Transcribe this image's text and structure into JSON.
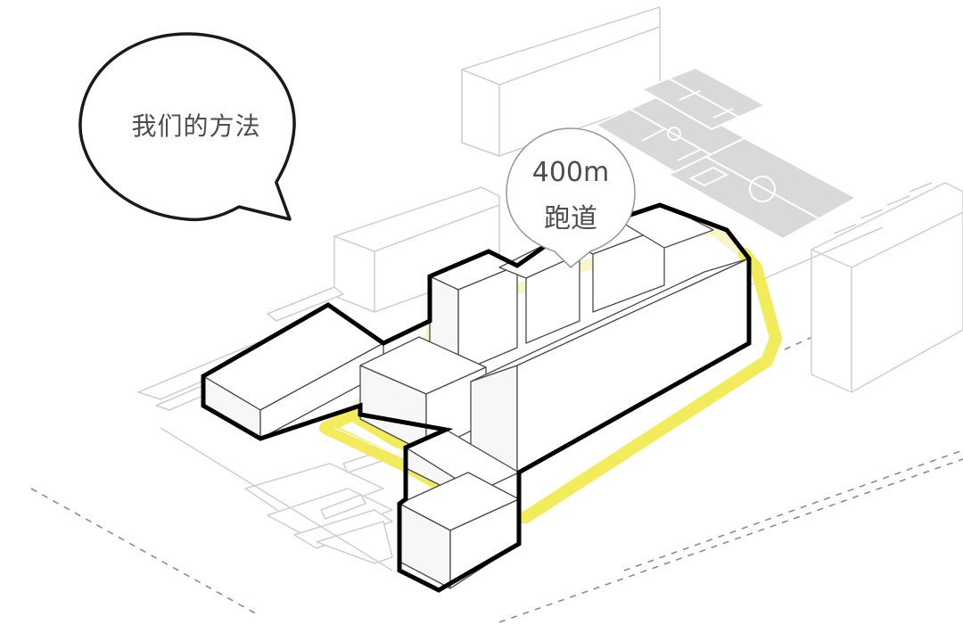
{
  "callout_method": {
    "text": "我们的方法"
  },
  "callout_track": {
    "line1": "400m",
    "line2": "跑道"
  },
  "colors": {
    "track": "#f1ea52",
    "outline": "#000000",
    "context": "#cfcfcf",
    "court": "#d9d9d9",
    "dashed_boundary": "#8c8c8c"
  }
}
